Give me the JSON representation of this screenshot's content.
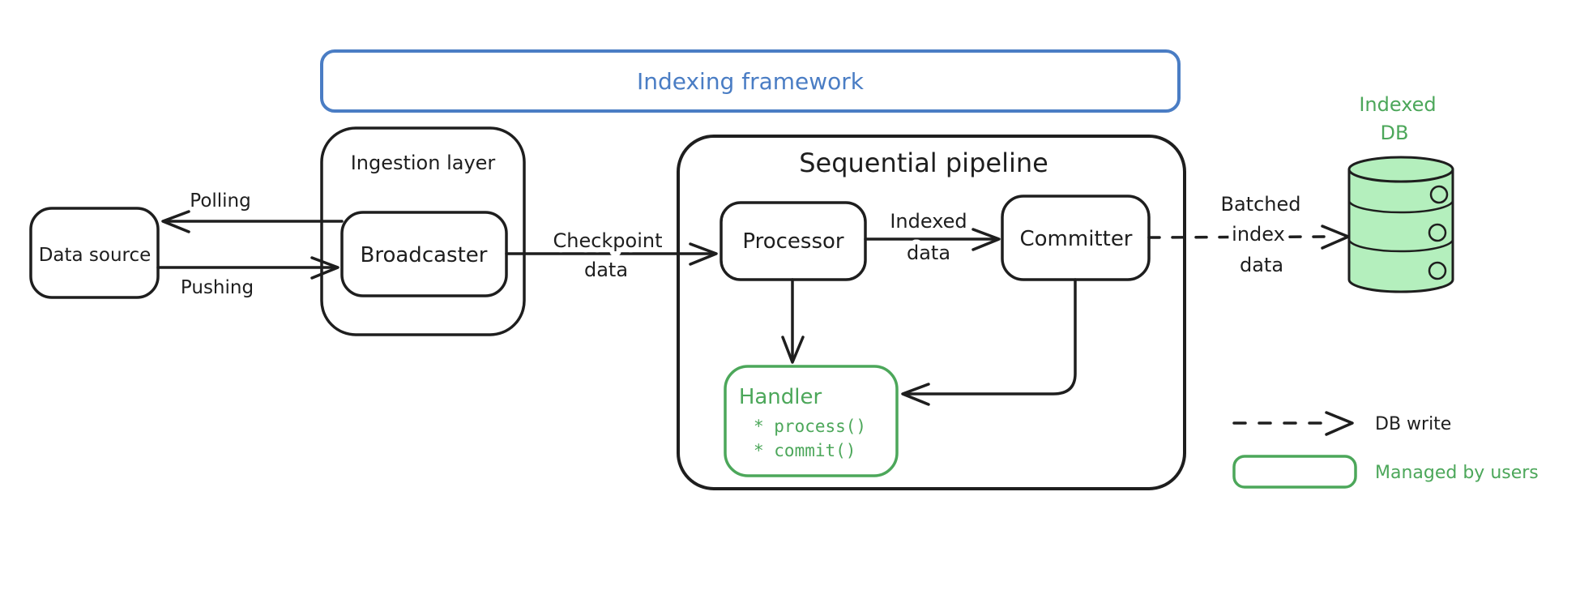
{
  "colors": {
    "ink": "#1e1e1e",
    "blue": "#4a7dc4",
    "green": "#4ca75a",
    "green-fill": "#b4efbd",
    "bg": "#ffffff"
  },
  "frame": {
    "title": "Indexing framework"
  },
  "nodes": {
    "data_source": {
      "label": "Data source"
    },
    "ingestion_layer": {
      "label": "Ingestion layer"
    },
    "broadcaster": {
      "label": "Broadcaster"
    },
    "sequential_pipeline": {
      "label": "Sequential pipeline"
    },
    "processor": {
      "label": "Processor"
    },
    "committer": {
      "label": "Committer"
    },
    "handler": {
      "label": "Handler",
      "methods": [
        "* process()",
        "* commit()"
      ]
    },
    "indexed_db": {
      "label_line1": "Indexed",
      "label_line2": "DB"
    }
  },
  "edges": {
    "polling": {
      "label": "Polling"
    },
    "pushing": {
      "label": "Pushing"
    },
    "checkpoint": {
      "line1": "Checkpoint",
      "line2": "data"
    },
    "indexed_data": {
      "line1": "Indexed",
      "line2": "data"
    },
    "batched_index": {
      "line1": "Batched",
      "line2": "index",
      "line3": "data"
    }
  },
  "legend": {
    "db_write": "DB write",
    "managed_by_users": "Managed by users"
  }
}
